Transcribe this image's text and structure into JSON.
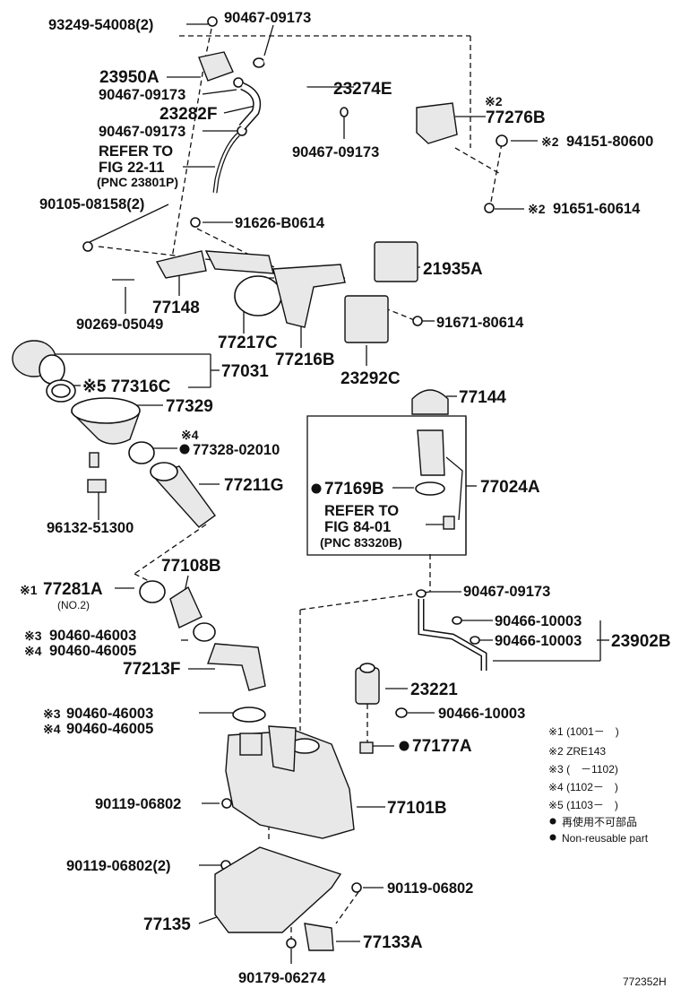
{
  "figure_id": "772352H",
  "labels": {
    "p93249": "93249-54008(2)",
    "p90467a": "90467-09173",
    "p23950A": "23950A",
    "p23274E": "23274E",
    "p90467b": "90467-09173",
    "p23282F": "23282F",
    "p90467c": "90467-09173",
    "p90467d": "90467-09173",
    "refer1_a": "REFER TO",
    "refer1_b": "FIG 22-11",
    "refer1_c": "(PNC 23801P)",
    "p77276B_mark": "※2",
    "p77276B": "77276B",
    "p94151_mark": "※2",
    "p94151": "94151-80600",
    "p91651_mark": "※2",
    "p91651": "91651-60614",
    "p90105": "90105-08158(2)",
    "p91626": "91626-B0614",
    "p21935A": "21935A",
    "p77148": "77148",
    "p90269": "90269-05049",
    "p91671": "91671-80614",
    "p77217C": "77217C",
    "p77216B": "77216B",
    "p77031": "77031",
    "p23292C": "23292C",
    "p77316C": "※5 77316C",
    "p77329": "77329",
    "p77144": "77144",
    "p77328_mark": "※4",
    "p77328": "77328-02010",
    "p77024A": "77024A",
    "p77211G": "77211G",
    "p77169B": "77169B",
    "refer2_a": "REFER TO",
    "refer2_b": "FIG 84-01",
    "refer2_c": "(PNC 83320B)",
    "p96132": "96132-51300",
    "p77108B": "77108B",
    "p77281A_mark": "※1",
    "p77281A": "77281A",
    "p77281A_sub": "(NO.2)",
    "p90467e": "90467-09173",
    "p90466a": "90466-10003",
    "p90466b": "90466-10003",
    "p23902B": "23902B",
    "p90460a_mark": "※3",
    "p90460a": "90460-46003",
    "p90460b_mark": "※4",
    "p90460b": "90460-46005",
    "p77213F": "77213F",
    "p23221": "23221",
    "p90460c_mark": "※3",
    "p90460c": "90460-46003",
    "p90460d_mark": "※4",
    "p90460d": "90460-46005",
    "p90466c": "90466-10003",
    "p77177A": "77177A",
    "p90119a": "90119-06802",
    "p77101B": "77101B",
    "p90119b": "90119-06802(2)",
    "p90119c": "90119-06802",
    "p77135": "77135",
    "p77133A": "77133A",
    "p90179": "90179-06274"
  },
  "legend": {
    "note1": "※1 (1001－　)",
    "note2": "※2  ZRE143",
    "note3": "※3 (　－1102)",
    "note4": "※4 (1102－　)",
    "note5": "※5 (1103－　)",
    "nonreuse_jp": "再使用不可部品",
    "nonreuse_en": "Non-reusable part"
  }
}
